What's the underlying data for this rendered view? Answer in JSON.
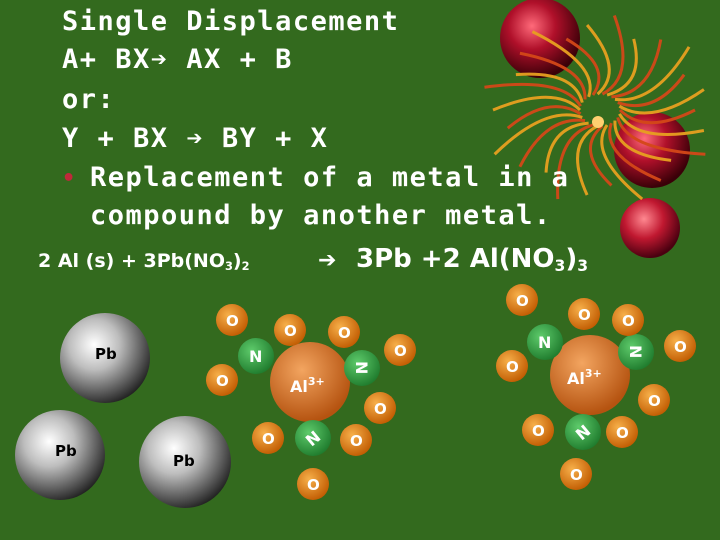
{
  "title": {
    "line1": "Single Displacement",
    "line2": "A+ BX",
    "line2b": " AX + B",
    "line3": "or:",
    "line4a": "Y + BX",
    "line4b": " BY + X"
  },
  "bullet": {
    "symbol": "•",
    "line1": "Replacement of a metal in a",
    "line2": "compound by another metal."
  },
  "equation": {
    "left_a": "2 Al (s) + 3Pb(NO",
    "left_sub1": "3",
    "left_b": ")",
    "left_sub2": "2",
    "arrow": "→",
    "right_a": "3Pb +2 Al(NO",
    "right_sub1": "3",
    "right_b": ")",
    "right_sub2": "3"
  },
  "atoms": {
    "lead_label": "Pb",
    "aluminum_label": "Al",
    "aluminum_charge": "3+",
    "nitrogen_label": "N",
    "oxygen_label": "O"
  },
  "colors": {
    "background": "#336a1e",
    "text": "#ffffff",
    "oxygen": "#e07a10",
    "nitrogen": "#2e9b3e",
    "aluminum": "#cc6b1e",
    "bullet": "#c0293a"
  }
}
